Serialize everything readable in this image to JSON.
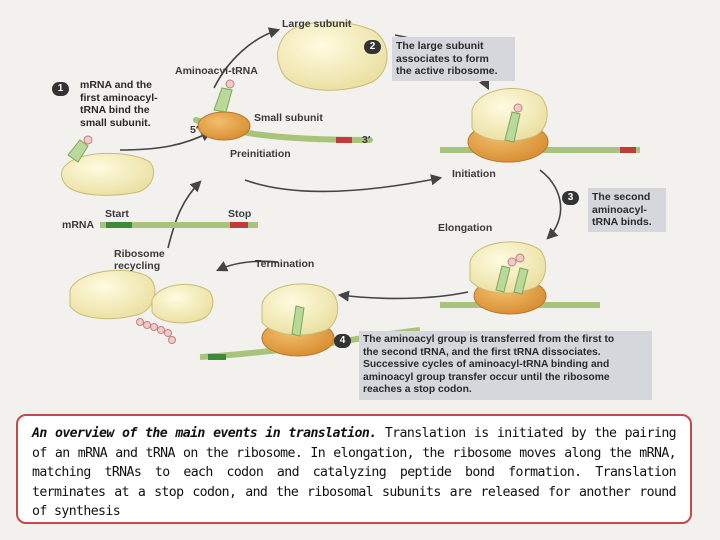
{
  "labels": {
    "large_subunit": "Large subunit",
    "aminoacyl_trna": "Aminoacyl-tRNA",
    "small_subunit": "Small subunit",
    "five_prime": "5′",
    "three_prime": "3′",
    "preinitiation": "Preinitiation",
    "initiation": "Initiation",
    "elongation": "Elongation",
    "termination": "Termination",
    "start": "Start",
    "stop": "Stop",
    "mrna": "mRNA",
    "ribosome_recycling_1": "Ribosome",
    "ribosome_recycling_2": "recycling"
  },
  "steps": [
    {
      "number": "1",
      "text": "mRNA and the\nfirst aminoacyl-\ntRNA bind the\nsmall subunit."
    },
    {
      "number": "2",
      "text": "The large subunit\nassociates to form\nthe active ribosome."
    },
    {
      "number": "3",
      "text": "The second\naminoacyl-\ntRNA binds."
    },
    {
      "number": "4",
      "text": "The aminoacyl group is transferred from the first to\nthe second tRNA, and the first tRNA dissociates.\nSuccessive cycles of aminoacyl-tRNA binding and\naminoacyl group transfer occur until the ribosome\nreaches a stop codon."
    }
  ],
  "caption": {
    "title": "An overview of the main events in translation.",
    "body": " Translation is initiated by the pairing of an mRNA and tRNA on the ribosome. In elongation, the ribosome moves along the mRNA, matching tRNAs to each codon and catalyzing peptide bond formation. Translation terminates at a stop codon, and the ribosomal subunits are released for another round of synthesis"
  },
  "colors": {
    "large_subunit": "#f7efbf",
    "small_subunit": "#e5a14a",
    "mrna": "#a8c37a",
    "start_codon": "#3c8a3c",
    "stop_codon": "#c23a3a",
    "trna": "#b9d99a",
    "amino_acid": "#f2c9c9",
    "arrow": "#444444",
    "caption_border": "#c24a4a"
  }
}
